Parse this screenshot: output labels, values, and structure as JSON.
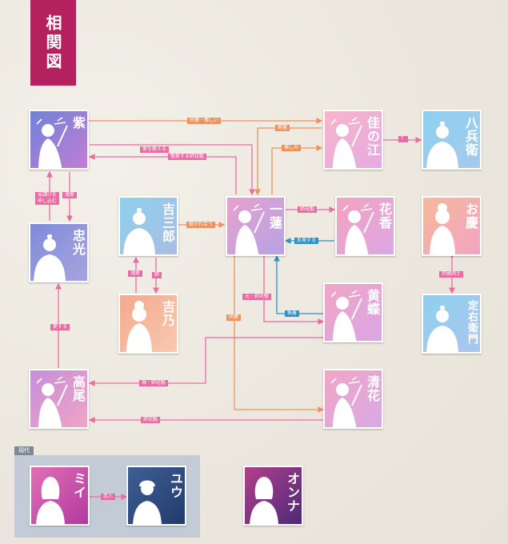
{
  "title": "相関図",
  "section_modern": "現代",
  "characters": {
    "murasaki": {
      "name": "紫",
      "colors": [
        "#6f82d8",
        "#c27ed4"
      ]
    },
    "tadamitsu": {
      "name": "忠光",
      "colors": [
        "#7f8cd8",
        "#a9a3df"
      ]
    },
    "kichisaburo": {
      "name": "吉三郎",
      "colors": [
        "#8fd0ee",
        "#a8bde0"
      ]
    },
    "kichino": {
      "name": "吉乃",
      "colors": [
        "#f4a98c",
        "#f8c9b0"
      ]
    },
    "takao": {
      "name": "高尾",
      "colors": [
        "#c58fd8",
        "#f1a4c6"
      ]
    },
    "ichiren": {
      "name": "一蓮",
      "colors": [
        "#e7a1cc",
        "#b7a2e6"
      ]
    },
    "kanoe": {
      "name": "佳の江",
      "colors": [
        "#f7b6c9",
        "#e6a9e2"
      ]
    },
    "hanaka": {
      "name": "花香",
      "colors": [
        "#f3a4c0",
        "#dca6e4"
      ]
    },
    "kocho": {
      "name": "黄蝶",
      "colors": [
        "#f1a5c5",
        "#d8a7e5"
      ]
    },
    "kiyoka": {
      "name": "清花",
      "colors": [
        "#f1a6c4",
        "#d9a9e5"
      ]
    },
    "hachibee": {
      "name": "八兵衛",
      "colors": [
        "#8cd1f1",
        "#a6c9ee"
      ]
    },
    "okei": {
      "name": "お慶",
      "colors": [
        "#f7b89a",
        "#f2a4c4"
      ]
    },
    "sadaemon": {
      "name": "定右衛門",
      "colors": [
        "#8fd0ef",
        "#abc6ec"
      ]
    },
    "mii": {
      "name": "ミイ",
      "colors": [
        "#e06fb4",
        "#b23aa0"
      ]
    },
    "yuu": {
      "name": "ユウ",
      "colors": [
        "#3f5f95",
        "#223a6d"
      ]
    },
    "onna": {
      "name": "オンナ",
      "colors": [
        "#b23f8b",
        "#4d2a78"
      ]
    }
  },
  "relations": {
    "doryo_shitashii": "同僚・親しい",
    "ai_wo_oshieru": "愛を教える",
    "aisuru_anekagen": "敬愛する姉花魁",
    "keibetsu": "軽蔑",
    "kurushimi": "憎しみ",
    "question": "？",
    "migawari": "見請けを\n申し込む",
    "gaisai": "溺愛",
    "hikareau": "惹かれ合う",
    "aneoiran_1": "姉花魁",
    "hanpatsu": "反発する",
    "dekiai": "溺愛",
    "ane": "姉",
    "moto_aneoiran": "元・姉花魁",
    "shuchaku": "執着",
    "aisuru": "愛する",
    "doryo": "同僚",
    "gen_aneoiran": "現・姉花魁",
    "aneoiran_2": "姉花魁",
    "iinazuke": "許嫁同士",
    "koibito": "恋人"
  },
  "colors": {
    "orange": "#f0915c",
    "pink": "#ea6ba2",
    "blue": "#2b93c6",
    "title": "#b5215f"
  }
}
